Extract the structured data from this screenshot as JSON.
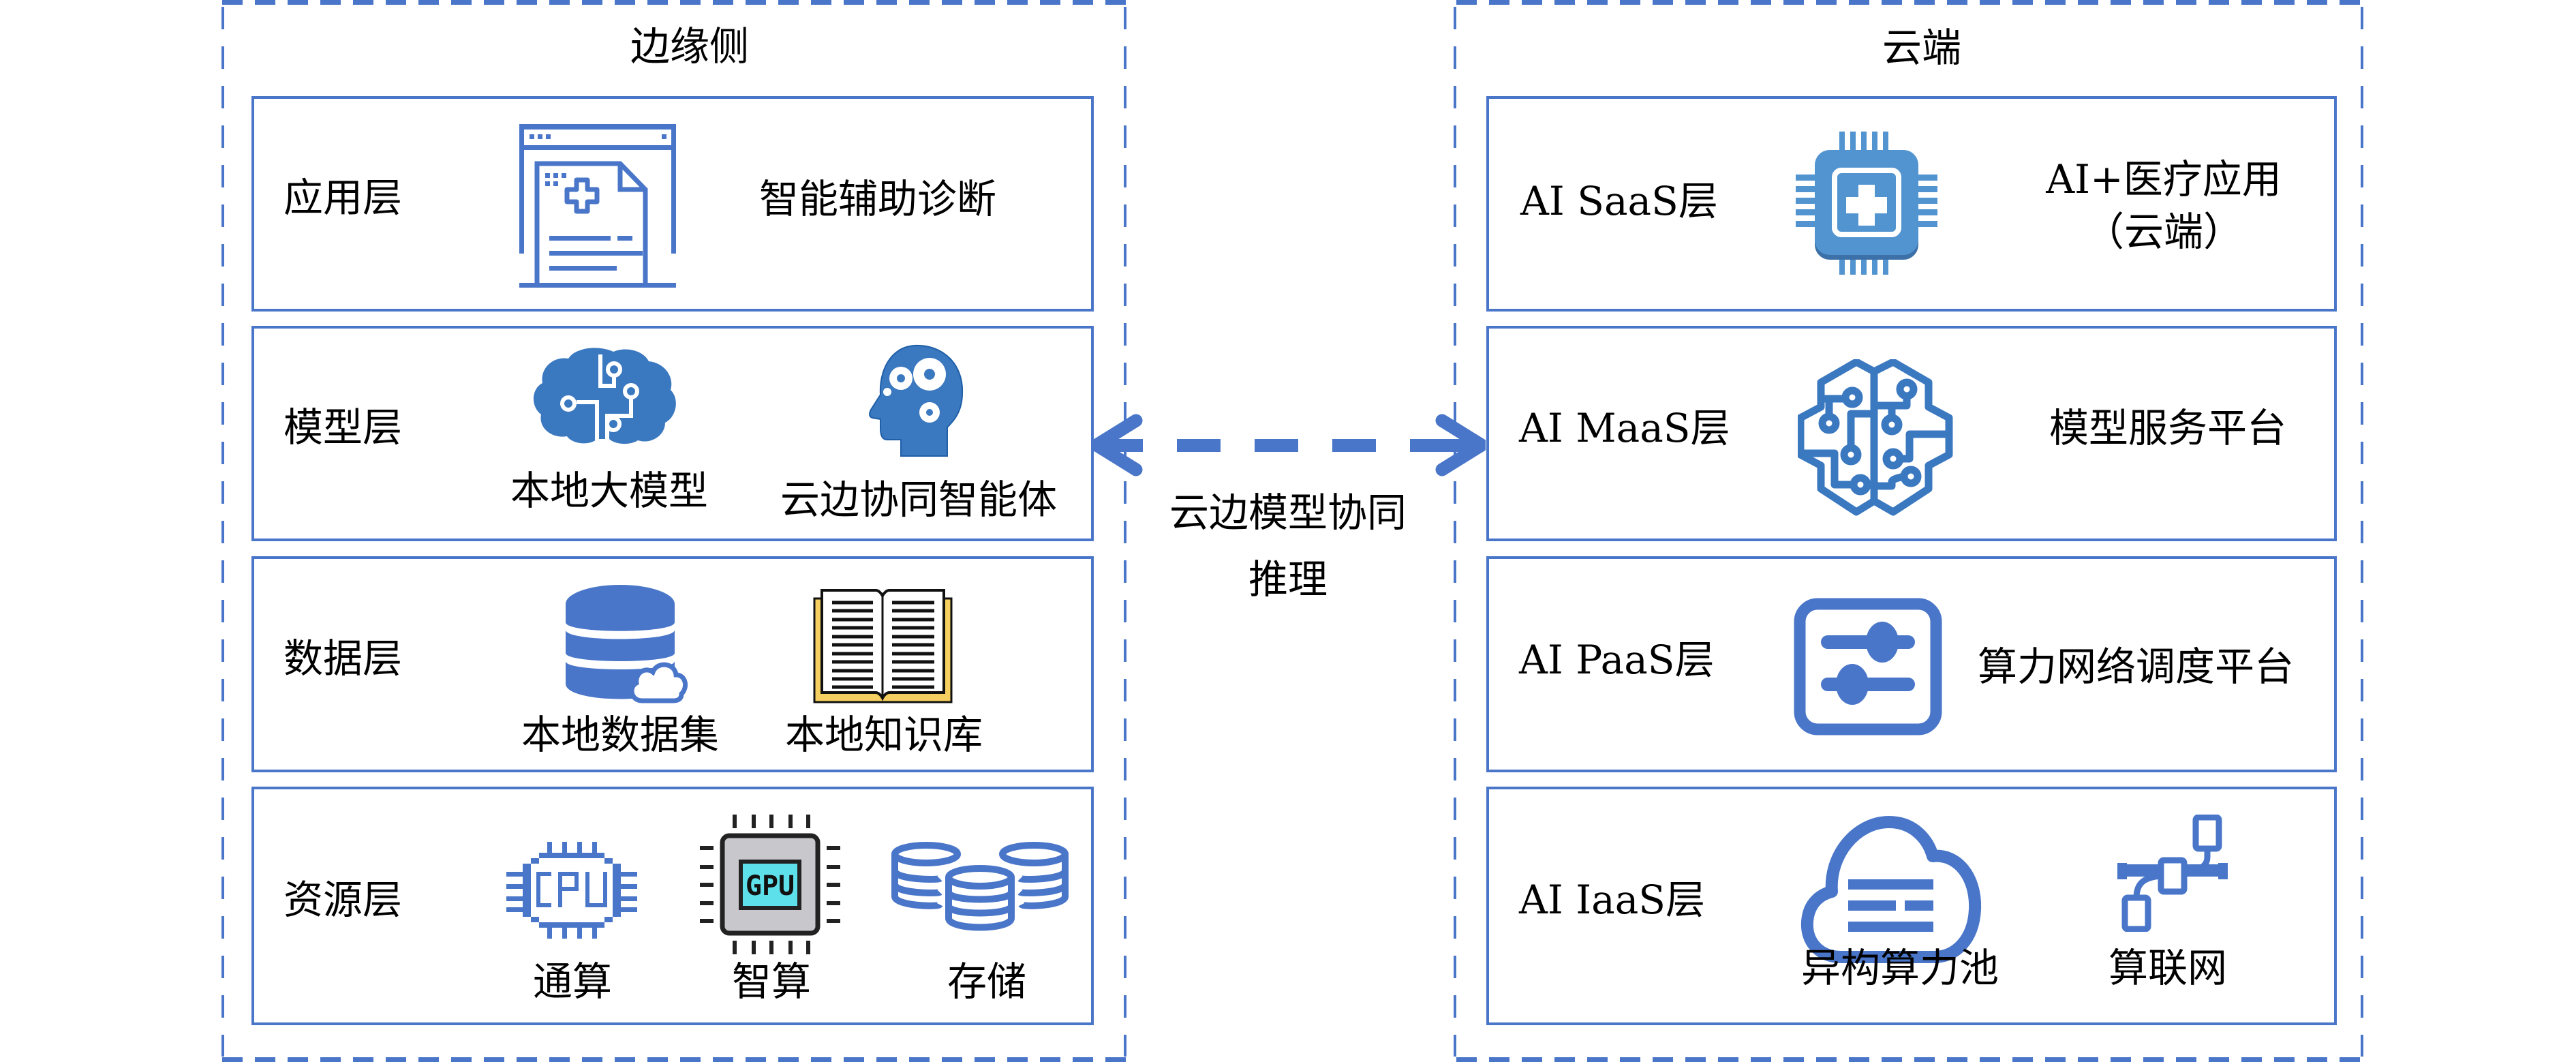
{
  "colors": {
    "primary_blue": "#4a76c9",
    "chip_blue": "#5294d0",
    "chip_shadow": "#3c70a8",
    "brain_blue": "#3a78c0",
    "gpu_screen": "#5ee0ea",
    "gpu_body": "#c8c8cc",
    "book_cover": "#f5cf5f",
    "text": "#000000"
  },
  "edge": {
    "title": "边缘侧",
    "layers": [
      {
        "label": "应用层",
        "items": [
          {
            "icon": "medical-report-icon",
            "caption": ""
          },
          {
            "icon": "none",
            "caption": "智能辅助诊断"
          }
        ]
      },
      {
        "label": "模型层",
        "items": [
          {
            "icon": "brain-circuit-icon",
            "caption": "本地大模型"
          },
          {
            "icon": "head-gears-icon",
            "caption": "云边协同智能体"
          }
        ]
      },
      {
        "label": "数据层",
        "items": [
          {
            "icon": "database-cloud-icon",
            "caption": "本地数据集"
          },
          {
            "icon": "open-book-icon",
            "caption": "本地知识库"
          }
        ]
      },
      {
        "label": "资源层",
        "items": [
          {
            "icon": "cpu-icon",
            "caption": "通算"
          },
          {
            "icon": "gpu-icon",
            "caption": "智算"
          },
          {
            "icon": "storage-stack-icon",
            "caption": "存储"
          }
        ]
      }
    ]
  },
  "link": {
    "icon": "double-arrow-dashed-icon",
    "label_line1": "云边模型协同",
    "label_line2": "推理"
  },
  "cloud": {
    "title": "云端",
    "layers": [
      {
        "label": "AI SaaS层",
        "icon": "medical-chip-icon",
        "caption_line1": "AI+医疗应用",
        "caption_line2": "（云端）"
      },
      {
        "label": "AI MaaS层",
        "icon": "circuit-brain-icon",
        "caption_line1": "模型服务平台"
      },
      {
        "label": "AI PaaS层",
        "icon": "slider-settings-icon",
        "caption_line1": "算力网络调度平台"
      },
      {
        "label": "AI IaaS层",
        "items": [
          {
            "icon": "cloud-server-icon",
            "caption": "异构算力池"
          },
          {
            "icon": "network-nodes-icon",
            "caption": "算联网"
          }
        ]
      }
    ]
  }
}
